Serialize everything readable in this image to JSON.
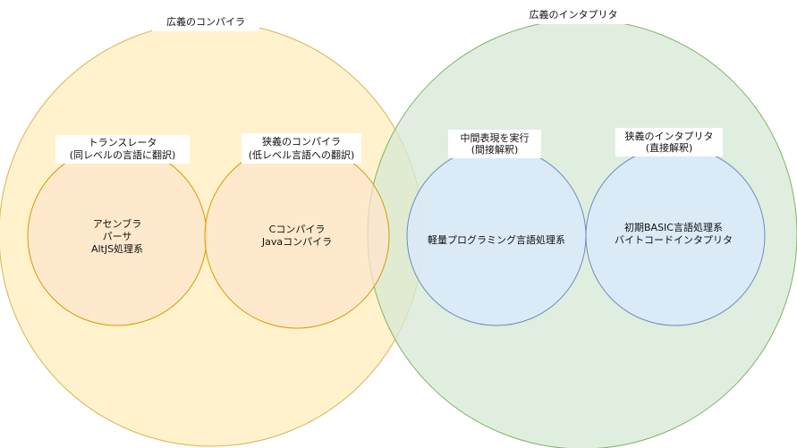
{
  "compiler_broad": {
    "label": "広義のコンパイラ",
    "fill": "#fff2cc",
    "stroke": "#d6b656"
  },
  "interpreter_broad": {
    "label": "広義のインタプリタ",
    "fill": "#d5e8d4",
    "stroke": "#82b366"
  },
  "translator": {
    "label": [
      "トランスレータ",
      "(同レベルの言語に翻訳)"
    ],
    "content": [
      "アセンブラ",
      "パーサ",
      "AltJS処理系"
    ],
    "fill": "#ffe6cc",
    "stroke": "#d79b00"
  },
  "compiler_narrow": {
    "label": [
      "狭義のコンパイラ",
      "(低レベル言語への翻訳)"
    ],
    "content": [
      "Cコンパイラ",
      "Javaコンパイラ"
    ],
    "fill": "#ffe6cc",
    "stroke": "#d79b00"
  },
  "intermediate": {
    "label": [
      "中間表現を実行",
      "(間接解釈)"
    ],
    "content": [
      "軽量プログラミング言語処理系"
    ],
    "fill": "#dae8fc",
    "stroke": "#6c8ebf"
  },
  "interpreter_narrow": {
    "label": [
      "狭義のインタプリタ",
      "(直接解釈)"
    ],
    "content": [
      "初期BASIC言語処理系",
      "バイトコードインタプリタ"
    ],
    "fill": "#dae8fc",
    "stroke": "#6c8ebf"
  }
}
